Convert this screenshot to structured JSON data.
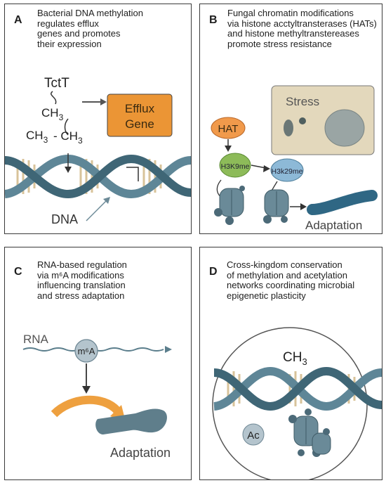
{
  "panels": {
    "a": {
      "letter": "A",
      "caption": "Bacterial DNA methylation\nregulates efflux\ngenes and promotes\ntheir expression",
      "tctt": "TctT",
      "ch3_top": "CH",
      "ch3_top_sub": "3",
      "ch3_left": "CH",
      "ch3_left_sub": "3",
      "ch3_right": "CH",
      "ch3_right_sub": "3",
      "efflux_line1": "Efflux",
      "efflux_line2": "Gene",
      "dna": "DNA"
    },
    "b": {
      "letter": "B",
      "caption": "Fungal chromatin modifications\nvia histone acctyltransterases (HATs)\nand histone methyltranstereases\npromote stress resistance",
      "stress": "Stress",
      "hat": "HAT",
      "h3k9me": "H3K9me",
      "h3k29me": "H3k29me",
      "adaptation": "Adaptation"
    },
    "c": {
      "letter": "C",
      "caption": "RNA-based regulation\nvia m⁶A modifications\ninfluencing translation\nand stress adaptation",
      "rna": "RNA",
      "m6a": "m⁶A",
      "adaptation": "Adaptation"
    },
    "d": {
      "letter": "D",
      "caption": "Cross-kingdom conservation\nof methylation and acetylation\nnetworks coordinating microbial\nepigenetic plasticity",
      "ch3": "CH",
      "ch3_sub": "3",
      "ac": "Ac"
    }
  },
  "colors": {
    "dna_strand": "#5e8697",
    "dna_strand_dark": "#3f6676",
    "base_pair_tan": "#d8c39a",
    "base_pair_light": "#f1e6cc",
    "efflux_gene_fill": "#eb9535",
    "hat_fill": "#f19a4b",
    "h3k9me_fill": "#8dbb59",
    "h3k29me_fill": "#8db9d7",
    "stress_box_fill": "#e3d8bc",
    "nucleosome_fill": "#6a8a98",
    "adaptation_worm": "#2f6784",
    "m6a_fill": "#b4c4cd",
    "adaptation_arrow": "#eea03f",
    "adaptation_blob": "#5f7e8b",
    "arrow_gray": "#5a5a5a"
  }
}
